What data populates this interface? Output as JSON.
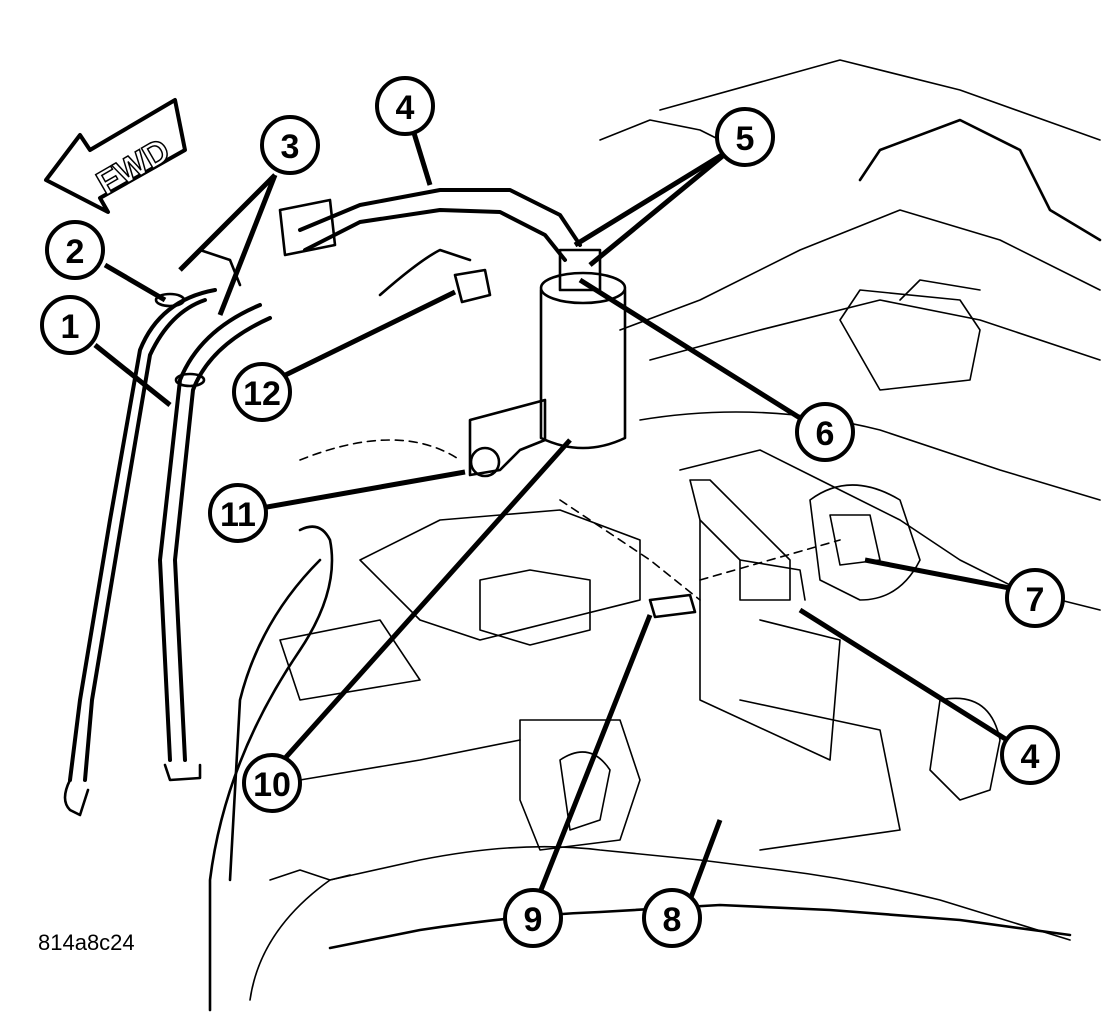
{
  "figure_id": "814a8c24",
  "fwd_label": "FWD",
  "callouts": [
    {
      "id": "c1",
      "label": "1"
    },
    {
      "id": "c2",
      "label": "2"
    },
    {
      "id": "c3",
      "label": "3"
    },
    {
      "id": "c4a",
      "label": "4"
    },
    {
      "id": "c4b",
      "label": "4"
    },
    {
      "id": "c5",
      "label": "5"
    },
    {
      "id": "c6",
      "label": "6"
    },
    {
      "id": "c7",
      "label": "7"
    },
    {
      "id": "c8",
      "label": "8"
    },
    {
      "id": "c9",
      "label": "9"
    },
    {
      "id": "c10",
      "label": "10"
    },
    {
      "id": "c11",
      "label": "11"
    },
    {
      "id": "c12",
      "label": "12"
    }
  ]
}
